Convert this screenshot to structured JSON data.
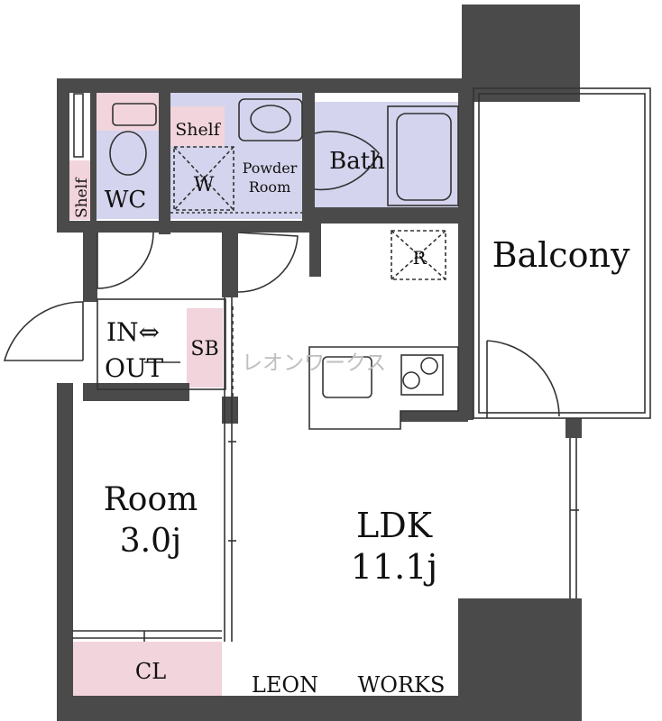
{
  "colors": {
    "wall": "#4a4a4a",
    "wet_area": "#d4d4ee",
    "storage": "#f1d4dc",
    "floor": "#ffffff",
    "watermark": "#bfbfbf"
  },
  "rooms": {
    "wc": "WC",
    "shelf_left": "Shelf",
    "shelf_top": "Shelf",
    "washer": "W",
    "powder_room_line1": "Powder",
    "powder_room_line2": "Room",
    "bath": "Bath",
    "fridge": "R",
    "balcony": "Balcony",
    "entrance_line1": "IN⇔",
    "entrance_line2": "OUT",
    "shoe_box": "SB",
    "room_name": "Room",
    "room_size": "3.0j",
    "ldk_name": "LDK",
    "ldk_size": "11.1j",
    "closet": "CL"
  },
  "watermark": "レオンワークス",
  "brand": {
    "left": "LEON",
    "right": "WORKS"
  }
}
